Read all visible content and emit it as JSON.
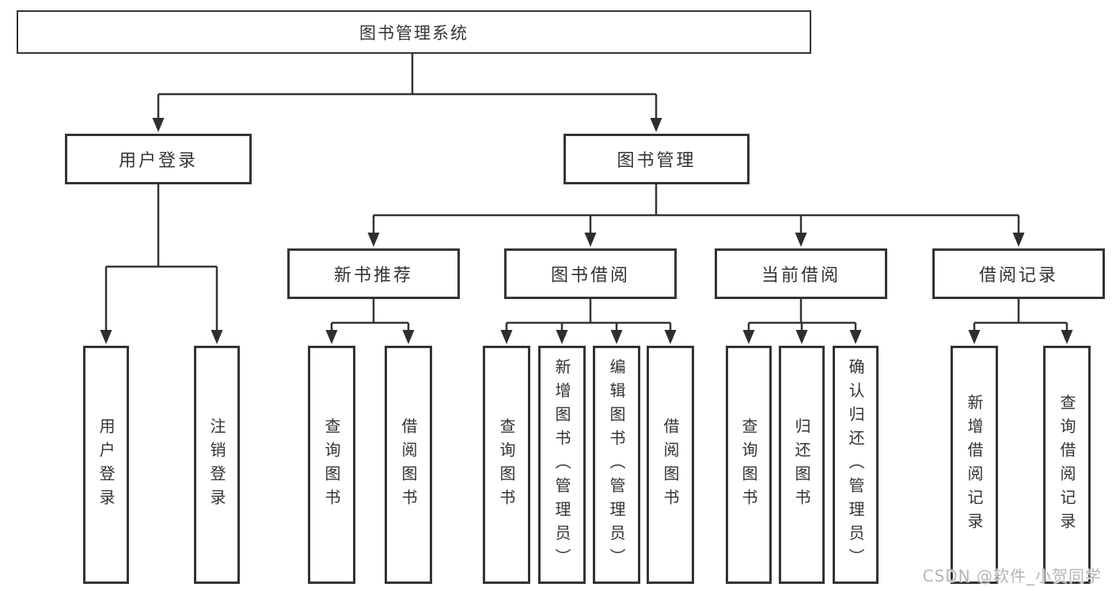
{
  "nodes": {
    "root": "图书管理系统",
    "user_login": "用户登录",
    "book_mgmt": "图书管理",
    "new_book": "新书推荐",
    "book_borrow": "图书借阅",
    "current_borrow": "当前借阅",
    "borrow_record": "借阅记录",
    "leaf_user_login": "用户登录",
    "leaf_logout": "注销登录",
    "leaf_nb_query": "查询图书",
    "leaf_nb_borrow": "借阅图书",
    "leaf_bb_query": "查询图书",
    "leaf_bb_add": "新增图书（管理员）",
    "leaf_bb_edit": "编辑图书（管理员）",
    "leaf_bb_borrow": "借阅图书",
    "leaf_cb_query": "查询图书",
    "leaf_cb_return": "归还图书",
    "leaf_cb_confirm": "确认归还（管理员）",
    "leaf_br_add": "新增借阅记录",
    "leaf_br_query": "查询借阅记录"
  },
  "tree": {
    "图书管理系统": {
      "用户登录": [
        "用户登录",
        "注销登录"
      ],
      "图书管理": {
        "新书推荐": [
          "查询图书",
          "借阅图书"
        ],
        "图书借阅": [
          "查询图书",
          "新增图书（管理员）",
          "编辑图书（管理员）",
          "借阅图书"
        ],
        "当前借阅": [
          "查询图书",
          "归还图书",
          "确认归还（管理员）"
        ],
        "借阅记录": [
          "新增借阅记录",
          "查询借阅记录"
        ]
      }
    }
  },
  "watermark": "CSDN @软件_小贺同学",
  "colors": {
    "line": "#333333",
    "box_border": "#333333",
    "text": "#333333",
    "watermark": "#b5b5b5",
    "background": "#ffffff"
  }
}
